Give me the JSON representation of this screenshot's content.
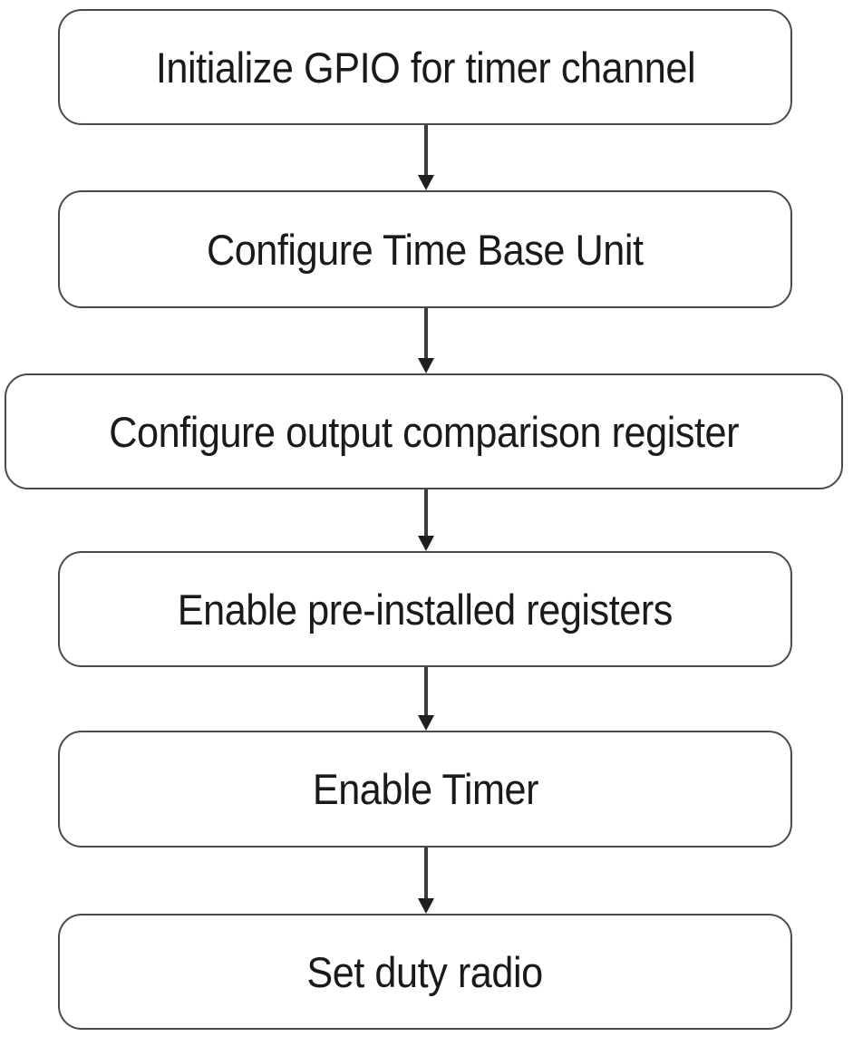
{
  "diagram": {
    "type": "flowchart",
    "orientation": "vertical",
    "background_color": "#ffffff",
    "node_fill": "#ffffff",
    "node_border_color": "#4a4a4a",
    "connector_color": "#3b3b3b",
    "text_color": "#1a1a1a",
    "nodes": [
      {
        "id": "n1",
        "label": "Initialize GPIO for timer channel"
      },
      {
        "id": "n2",
        "label": "Configure Time Base Unit"
      },
      {
        "id": "n3",
        "label": "Configure output comparison register"
      },
      {
        "id": "n4",
        "label": "Enable pre-installed registers"
      },
      {
        "id": "n5",
        "label": "Enable Timer"
      },
      {
        "id": "n6",
        "label": "Set duty radio"
      }
    ],
    "edges": [
      {
        "id": "c1",
        "from": "n1",
        "to": "n2",
        "arrow": "down"
      },
      {
        "id": "c2",
        "from": "n2",
        "to": "n3",
        "arrow": "down"
      },
      {
        "id": "c3",
        "from": "n3",
        "to": "n4",
        "arrow": "down"
      },
      {
        "id": "c4",
        "from": "n4",
        "to": "n5",
        "arrow": "down"
      },
      {
        "id": "c5",
        "from": "n5",
        "to": "n6",
        "arrow": "down"
      }
    ]
  }
}
